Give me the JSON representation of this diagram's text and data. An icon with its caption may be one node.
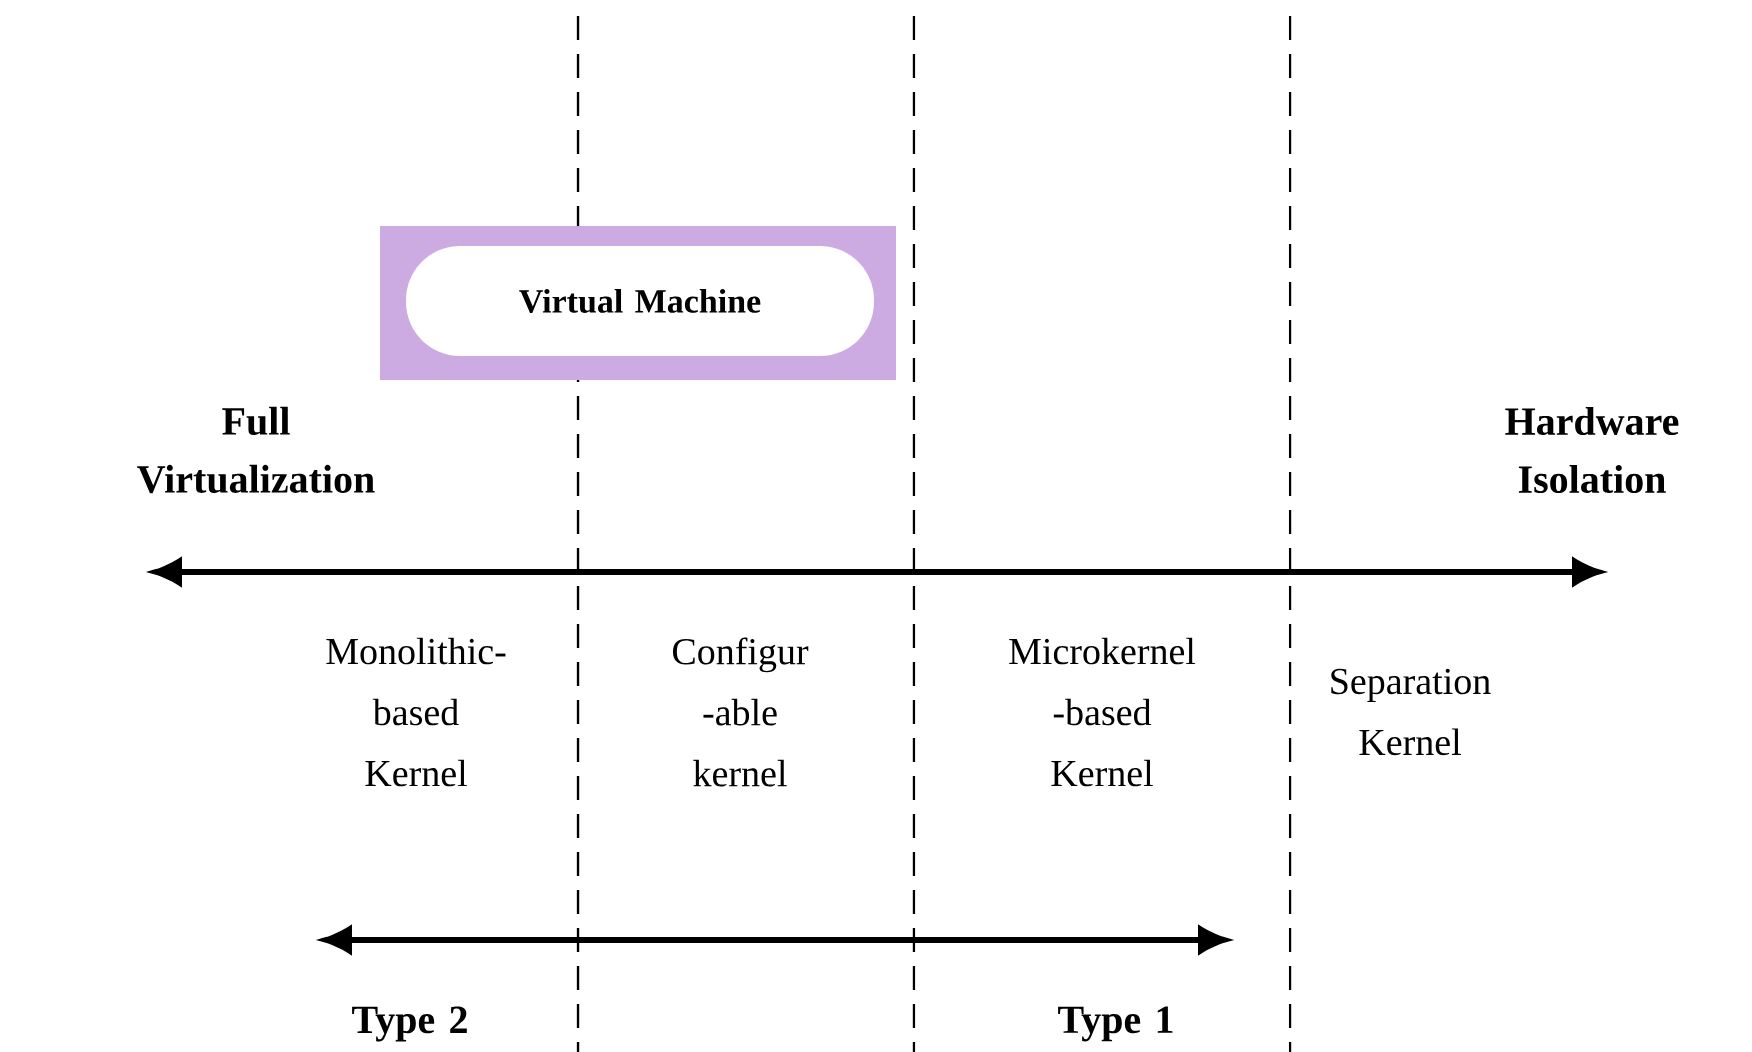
{
  "diagram": {
    "nodes": [
      {
        "text": [],
        "shape": "box"
      },
      {
        "text": [
          "Virtual Machine"
        ],
        "in": 0
      }
    ],
    "labels": [
      "Full Virtualization",
      "Hardware Isolation",
      "Monolithic-based Kernel",
      "Configur -able kernel",
      "Microkernel -based Kernel",
      "Separation Kernel",
      "Type 2",
      "Type 1"
    ]
  }
}
